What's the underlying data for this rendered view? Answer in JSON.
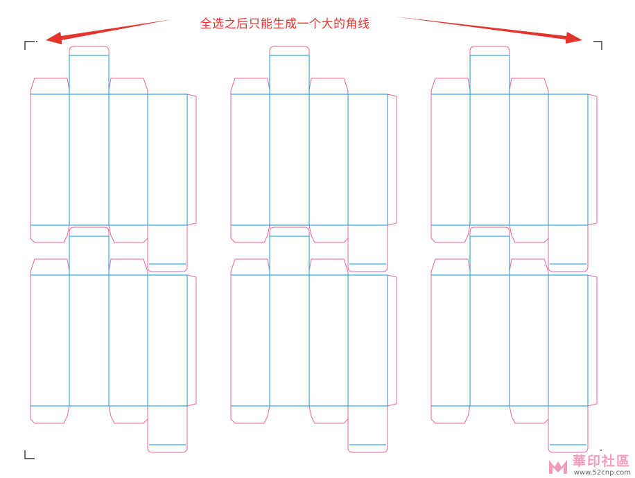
{
  "annotation": {
    "text": "全选之后只能生成一个大的角线"
  },
  "watermark": {
    "name": "華印社區",
    "url": "www.52cnp.com"
  },
  "colors": {
    "cut_line": "#e8609a",
    "fold_line": "#3ba6dc",
    "annotation": "#e5332d",
    "corner_mark": "#333333",
    "watermark": "#f39bb8"
  },
  "dieline": {
    "rows": 2,
    "columns": 3,
    "copies": 6
  }
}
